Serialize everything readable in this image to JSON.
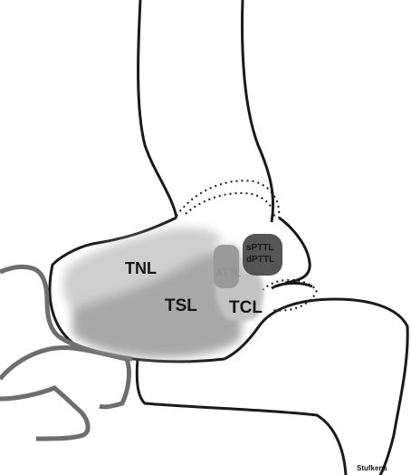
{
  "labels": {
    "tnl": "TNL",
    "tsl": "TSL",
    "tcl": "TCL",
    "attl": "ATTL",
    "sptt": "sPTTL",
    "dptt": "dPTTL"
  },
  "signature": "Stufkens",
  "colors": {
    "outline": "#1a1a1a",
    "foot_outline_gray": "#6e6e6e",
    "tnl_fill": "#cfcfcf",
    "tsl_fill": "#a9a9a9",
    "tcl_fill": "#c4c4c4",
    "attl_fill": "#9a9a9a",
    "pttl_fill": "#555555"
  }
}
